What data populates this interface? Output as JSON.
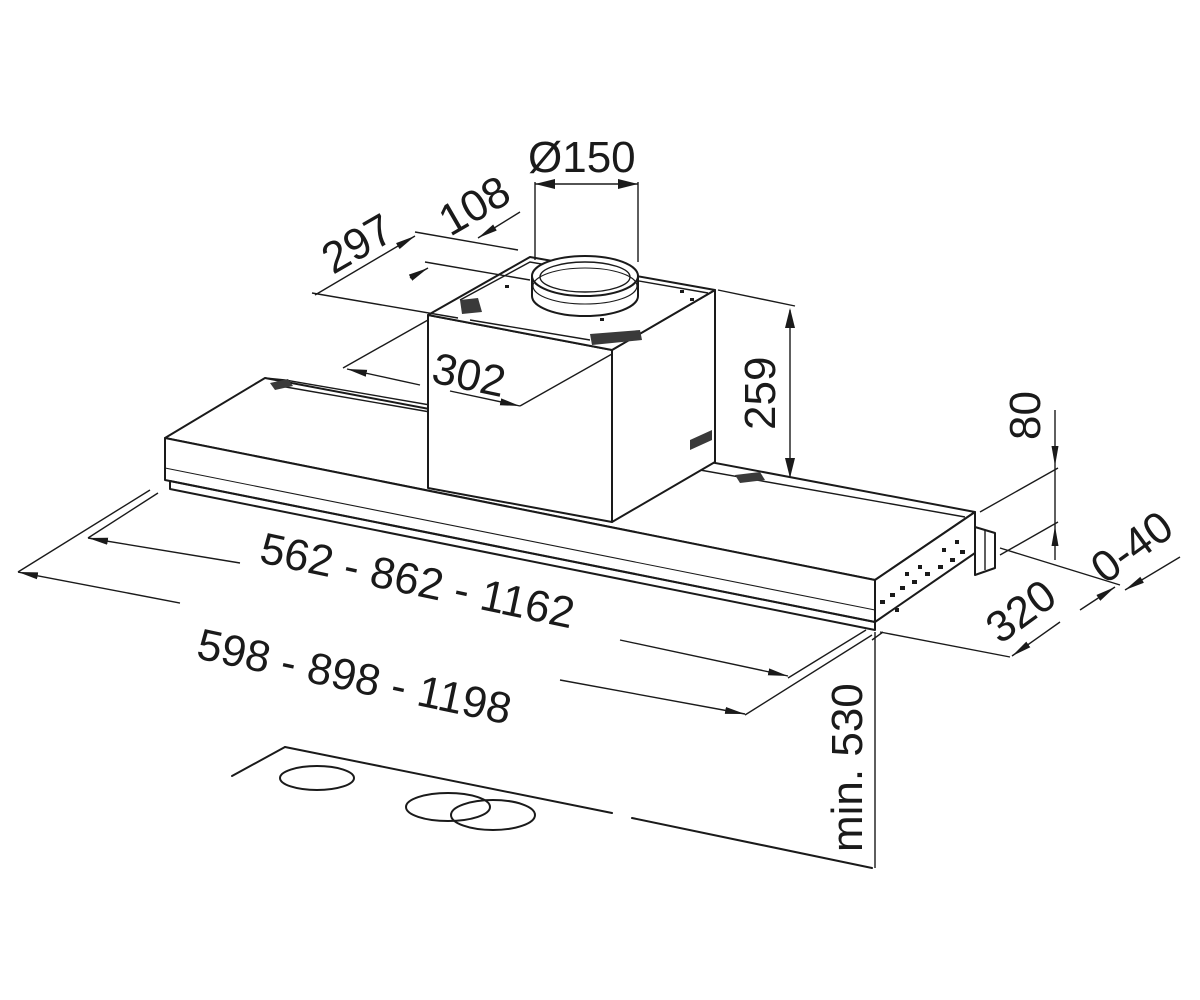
{
  "dimensions": {
    "duct_diameter": "Ø150",
    "depth_297": "297",
    "offset_108": "108",
    "chimney_width": "302",
    "chimney_height": "259",
    "body_height": "80",
    "inner_width": "562 - 862 - 1162",
    "outer_width": "598 - 898 - 1198",
    "depth_320": "320",
    "extension": "0-40",
    "min_height": "min. 530"
  }
}
